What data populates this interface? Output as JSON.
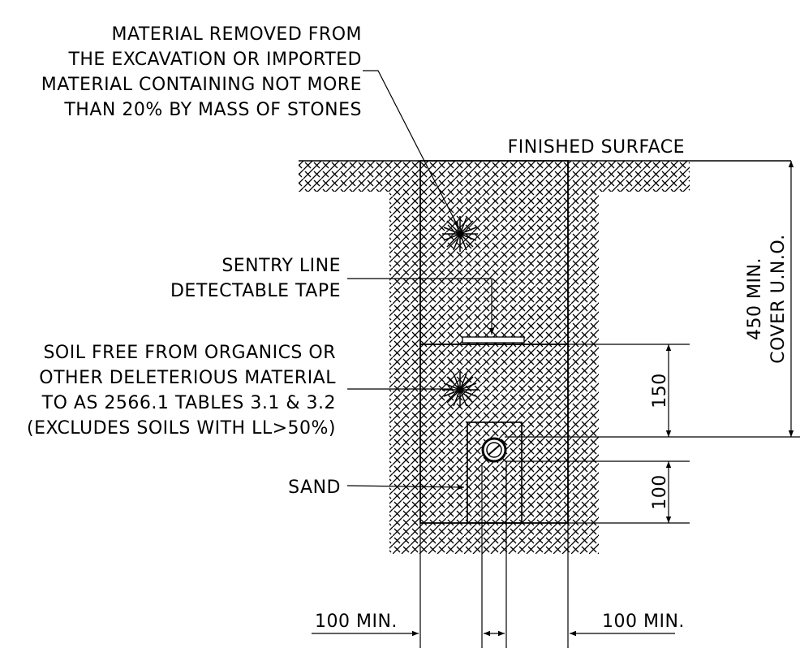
{
  "notes": {
    "backfill": {
      "lines": [
        "MATERIAL REMOVED FROM",
        "THE EXCAVATION OR IMPORTED",
        "MATERIAL CONTAINING NOT MORE",
        "THAN 20% BY MASS OF STONES"
      ]
    },
    "finished_surface": "FINISHED SURFACE",
    "tape": {
      "lines": [
        "SENTRY LINE",
        "DETECTABLE TAPE"
      ]
    },
    "soil": {
      "lines": [
        "SOIL FREE FROM ORGANICS OR",
        "OTHER DELETERIOUS MATERIAL",
        "TO AS 2566.1 TABLES 3.1 & 3.2",
        "(EXCLUDES SOILS WITH LL>50%)"
      ]
    },
    "sand": "SAND"
  },
  "dimensions": {
    "cover": [
      "450 MIN.",
      "COVER U.N.O."
    ],
    "d150": "150",
    "d100": "100",
    "left_min": "100 MIN.",
    "right_min": "100 MIN."
  }
}
